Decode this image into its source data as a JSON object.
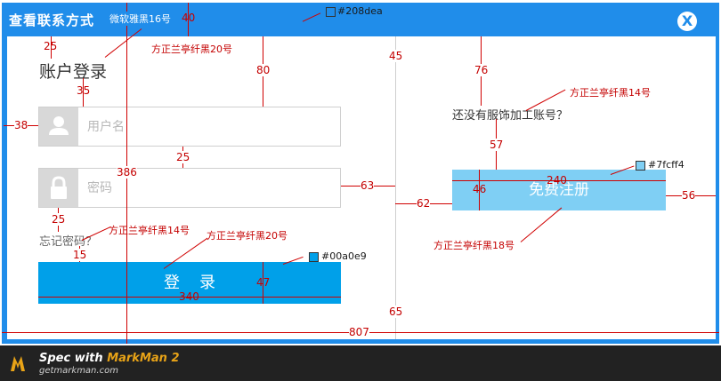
{
  "dialog": {
    "title": "查看联系方式",
    "close_label": "X"
  },
  "login": {
    "heading": "账户登录",
    "username_placeholder": "用户名",
    "password_placeholder": "密码",
    "forgot_label": "忘记密码？",
    "login_label": "登录"
  },
  "register": {
    "prompt": "还没有服饰加工账号？",
    "button_label": "免费注册"
  },
  "annotations": {
    "title_font": "微软雅黑16号",
    "title_height": "40",
    "title_color": "#208dea",
    "heading_font": "方正兰亭纤黑20号",
    "top_to_heading": "25",
    "heading_to_field": "35",
    "top_to_field": "80",
    "left_margin": "38",
    "field_gap": "25",
    "form_height": "386",
    "field_right_gap": "63",
    "pane_top": "45",
    "divider_gap": "62",
    "pane_bottom": "65",
    "prompt_top": "76",
    "prompt_font": "方正兰亭纤黑14号",
    "prompt_to_button": "57",
    "register_width": "240",
    "register_height": "46",
    "register_color": "#7fcff4",
    "register_right": "56",
    "register_font": "方正兰亭纤黑18号",
    "field_to_forgot": "25",
    "forgot_font": "方正兰亭纤黑14号",
    "forgot_to_button": "15",
    "login_font": "方正兰亭纤黑20号",
    "login_color": "#00a0e9",
    "login_width": "340",
    "login_height": "47",
    "total_width": "807"
  },
  "footer": {
    "title_prefix": "Spec with ",
    "title_brand": "MarkMan 2",
    "url": "getmarkman.com"
  },
  "colors": {
    "primary": "#208dea",
    "login": "#00a0e9",
    "register": "#7fcff4",
    "annotation": "#d00000"
  }
}
